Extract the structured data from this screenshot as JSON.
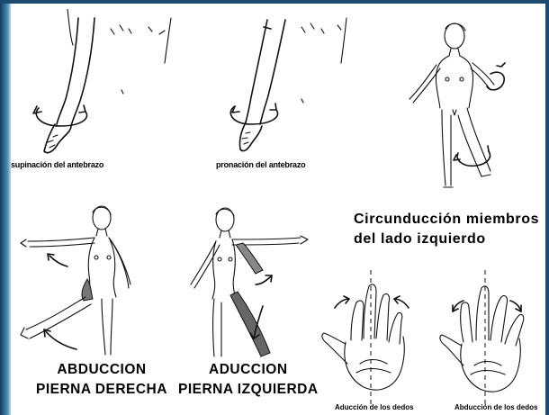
{
  "labels": {
    "supination": "supinación del antebrazo",
    "pronation": "pronación del antebrazo",
    "circumduction_line1": "Circunducción miembros",
    "circumduction_line2": "del  lado  izquierdo",
    "abduction_right_line1": "ABDUCCION",
    "abduction_right_line2": "PIERNA DERECHA",
    "adduction_left_line1": "ADUCCION",
    "adduction_left_line2": "PIERNA IZQUIERDA",
    "fingers_adduction": "Aducción de los dedos",
    "fingers_abduction": "Abducción de los dedos"
  },
  "colors": {
    "frame_dark": "#1d4a70",
    "frame_light": "#4f8fb6",
    "ink": "#111111",
    "shade": "#555555"
  }
}
